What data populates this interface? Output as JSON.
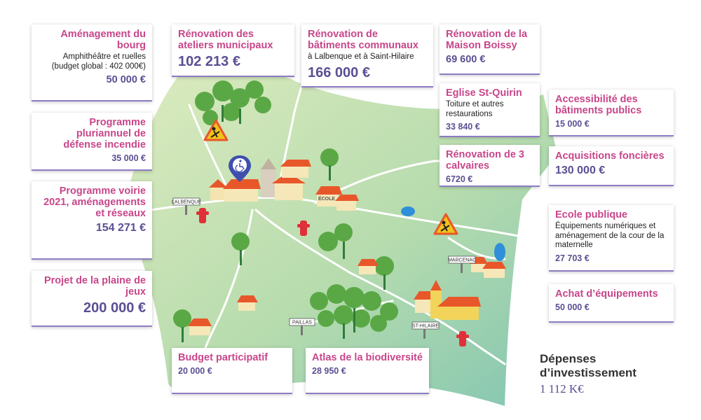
{
  "cards": {
    "bourg": {
      "title": "Aménagement du bourg",
      "sub": "Amphithéâtre et ruelles (budget global : 402 000€)",
      "amount": "50 000 €"
    },
    "incendie": {
      "title": "Programme pluriannuel de défense incendie",
      "amount": "35 000 €"
    },
    "voirie": {
      "title": "Programme voirie 2021, aménagements et réseaux",
      "amount": "154 271 €"
    },
    "jeux": {
      "title": "Projet de la plaine de jeux",
      "amount": "200 000 €"
    },
    "ateliers": {
      "title": "Rénovation des ateliers municipaux",
      "amount": "102 213 €"
    },
    "batiments": {
      "title": "Rénovation de bâtiments communaux",
      "sub": "à Lalbenque et à Saint-Hilaire",
      "amount": "166 000 €"
    },
    "boissy": {
      "title": "Rénovation de la Maison Boissy",
      "amount": "69 600 €"
    },
    "quirin": {
      "title": "Eglise St-Quirin",
      "sub": "Toiture et autres restaurations",
      "amount": "33 840 €"
    },
    "calvaires": {
      "title": "Rénovation de 3 calvaires",
      "amount": "6720 €"
    },
    "accessibilite": {
      "title": "Accessibilité des bâtiments publics",
      "amount": "15 000 €"
    },
    "acquisitions": {
      "title": "Acquisitions foncières",
      "amount": "130 000 €"
    },
    "ecole": {
      "title": "Ecole publique",
      "sub": "Équipements numériques et aménagement de la cour de la maternelle",
      "amount": "27 703 €"
    },
    "achat": {
      "title": "Achat d’équipements",
      "amount": "50 000 €"
    },
    "budget": {
      "title": "Budget participatif",
      "amount": "20 000 €"
    },
    "atlas": {
      "title": "Atlas de la biodiversité",
      "amount": "28 950 €"
    }
  },
  "total": {
    "title": "Dépenses d’investissement",
    "value": "1 112 K€"
  },
  "map_labels": {
    "lalbenque": "LALBENQUE",
    "ecole": "ÉCOLE",
    "marcenac": "MARCENAC",
    "paillas": "PAILLAS",
    "sthilaire": "ST-HILAIRE"
  },
  "colors": {
    "accent_pink": "#c8468a",
    "amount_purple": "#5a4f93",
    "underline": "#8e7cc3",
    "map_green_light": "#cfe3b0",
    "map_green_teal": "#8cc9b4",
    "tree_green": "#5aa845",
    "roof_orange": "#e8572a"
  }
}
